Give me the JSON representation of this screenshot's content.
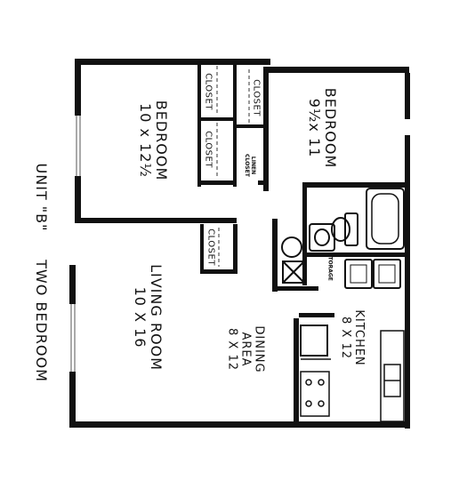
{
  "title": {
    "unit": "UNIT \"B\"",
    "type": "TWO BEDROOM"
  },
  "rooms": {
    "bedroom_1": {
      "name": "BEDROOM",
      "size": "10 x 12½"
    },
    "bedroom_2": {
      "name": "BEDROOM",
      "size": "9½x 11"
    },
    "living": {
      "name": "LIVING ROOM",
      "size": "10 X 16"
    },
    "dining": {
      "name1": "DINING",
      "name2": "AREA",
      "size": "8 X 12"
    },
    "kitchen": {
      "name": "KITCHEN",
      "size": "8 X 12"
    }
  },
  "labels": {
    "closet": "CLOSET",
    "linen_line1": "LINEN",
    "linen_line2": "CLOSET",
    "storage": "STORAGE"
  }
}
